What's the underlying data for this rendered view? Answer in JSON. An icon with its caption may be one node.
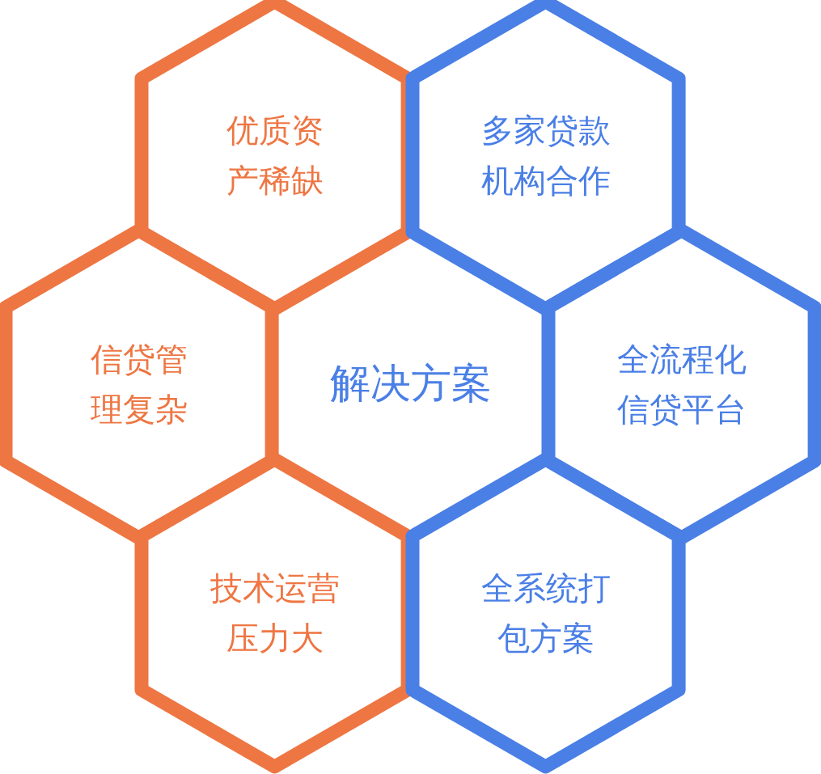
{
  "diagram": {
    "nodes": [
      {
        "text": [
          "优质资产稀缺"
        ]
      },
      {
        "text": [
          "多家贷款机构合作"
        ]
      },
      {
        "text": [
          "信贷管理复杂"
        ]
      },
      {
        "text": [
          "解决方案"
        ]
      },
      {
        "text": [
          "全流程化信贷平台"
        ]
      },
      {
        "text": [
          "技术运营压力大"
        ]
      },
      {
        "text": [
          "全系统打包方案"
        ]
      }
    ]
  }
}
